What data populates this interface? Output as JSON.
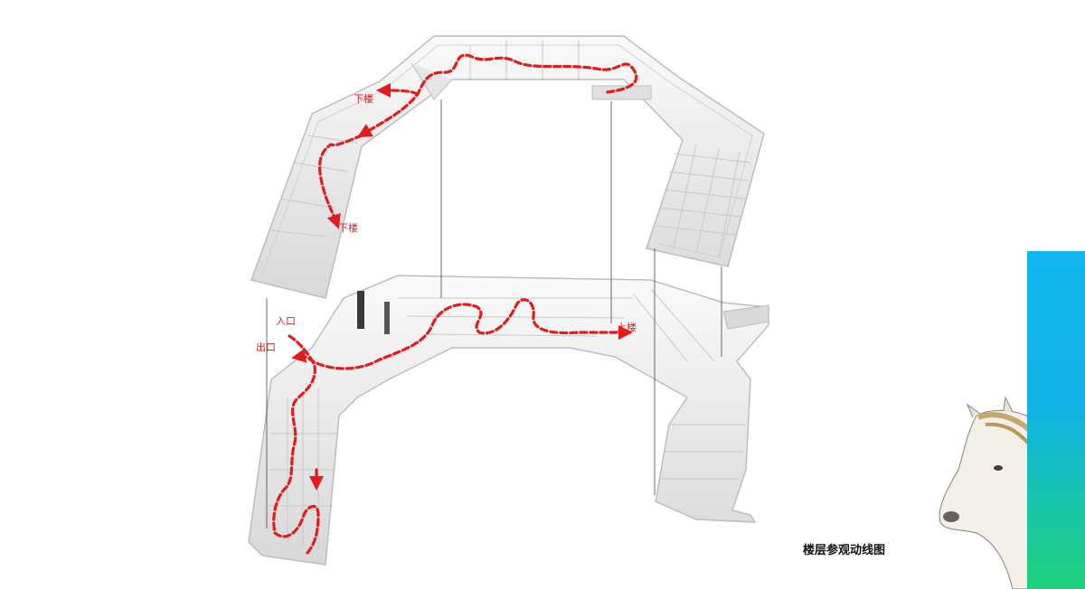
{
  "labels": {
    "down_upper": "下楼",
    "down_left": "下楼",
    "entrance": "入口",
    "exit": "出口",
    "up": "上楼"
  },
  "caption": "楼层参观动线图",
  "colors": {
    "route": "#e31b1b",
    "accent_top": "#11b5f0",
    "accent_bottom": "#1fd27a",
    "model": "#f2f2f2"
  },
  "icons": {
    "horse": "horse-head-illustration"
  }
}
